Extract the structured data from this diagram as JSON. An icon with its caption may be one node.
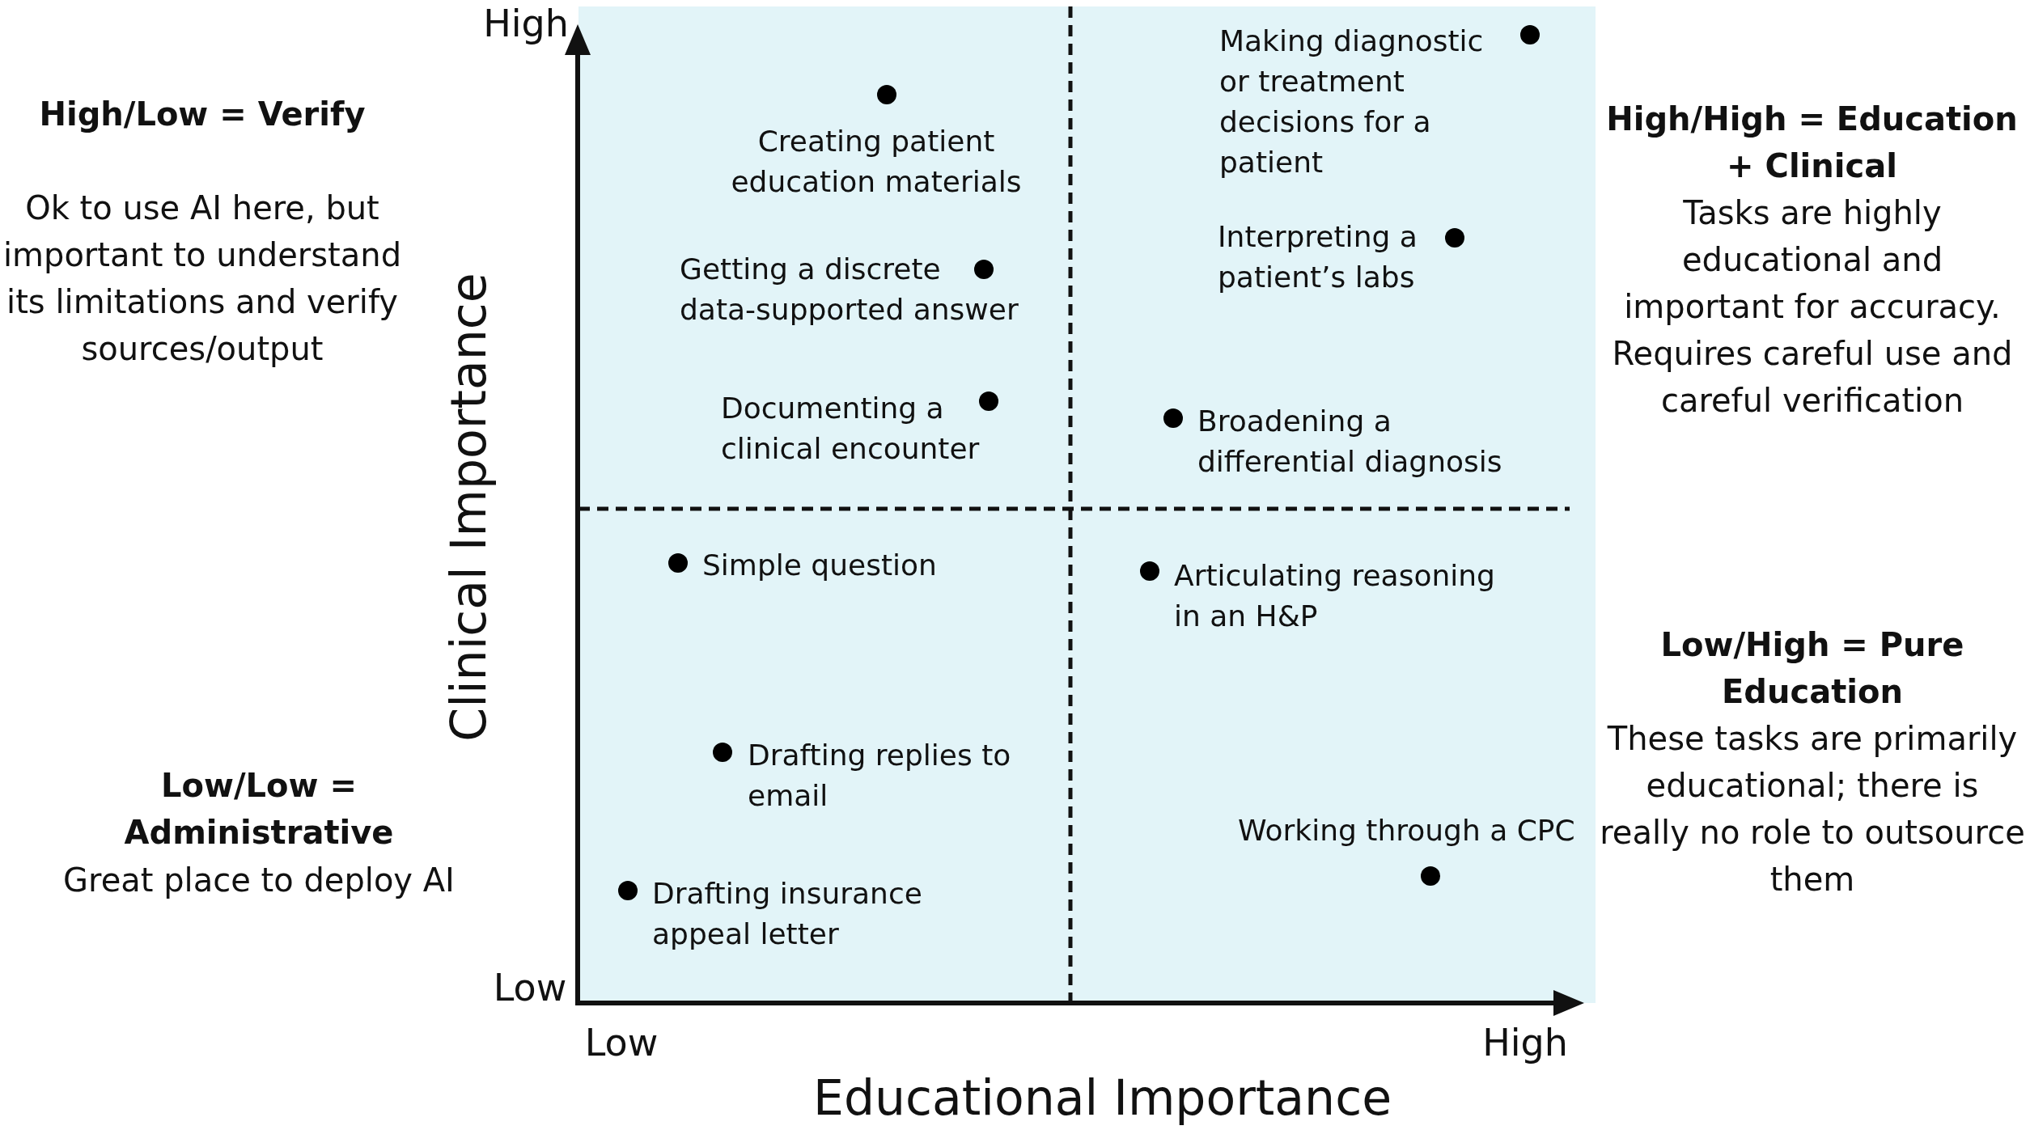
{
  "diagram": {
    "nodes": [
      {
        "text": [
          "Making diagnostic or treatment decisions for a patient"
        ]
      },
      {
        "text": [
          "Creating patient education materials"
        ]
      },
      {
        "text": [
          "Interpreting a patient’s labs"
        ]
      },
      {
        "text": [
          "Getting a discrete data-supported answer"
        ]
      },
      {
        "text": [
          "Documenting a clinical encounter"
        ]
      },
      {
        "text": [
          "Broadening a differential diagnosis"
        ]
      },
      {
        "text": [
          "Simple question"
        ]
      },
      {
        "text": [
          "Articulating reasoning in an H&P"
        ]
      },
      {
        "text": [
          "Drafting replies to email"
        ]
      },
      {
        "text": [
          "Working through a CPC"
        ]
      },
      {
        "text": [
          "Drafting insurance appeal letter"
        ]
      }
    ],
    "labels": [
      "High",
      "High/Low = Verify",
      "Ok to use AI here, but important to understand its limitations and verify sources/output",
      "High/High = Education + Clinical",
      "Tasks are highly educational and important for accuracy. Requires careful use and careful verification",
      "Clinical Importance",
      "Low/High = Pure Education",
      "These tasks are primarily educational; there is really no role to outsource them",
      "Low/Low = Administrative",
      "Great place to deploy AI",
      "Low",
      "Low",
      "High",
      "Educational Importance"
    ]
  }
}
